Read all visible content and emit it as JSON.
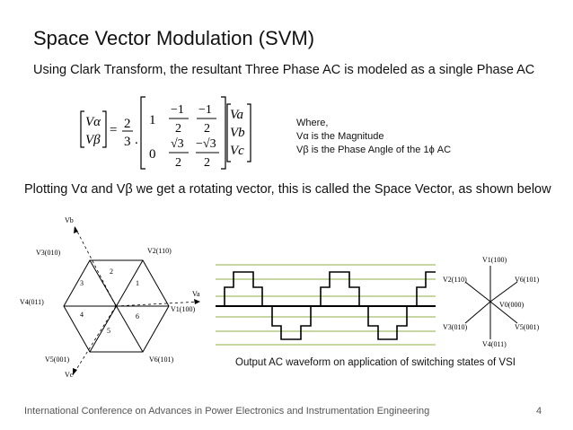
{
  "slide": {
    "title": "Space Vector Modulation (SVM)",
    "subtitle": "Using Clark Transform,  the resultant Three Phase AC is modeled as a single Phase AC",
    "equation": {
      "lhs": [
        "Vα",
        "Vβ"
      ],
      "equals": "=",
      "fraction_num": "2",
      "fraction_den": "3",
      "dot": ".",
      "matrix_row1": [
        "1",
        "−1",
        "2",
        "−1",
        "2"
      ],
      "matrix_row2": [
        "0",
        "√3",
        "2",
        "−√3",
        "2"
      ],
      "rhs": [
        "Va",
        "Vb",
        "Vc"
      ]
    },
    "where_lines": [
      "Where,",
      "Vα is the Magnitude",
      "Vβ is the Phase Angle of the 1ϕ AC"
    ],
    "plotting_text": "Plotting  Vα  and  Vβ  we get a rotating vector, this is called the Space Vector, as shown below",
    "hexagon": {
      "axis_labels": {
        "vb": "Vb",
        "va": "Va",
        "vc": "Vc"
      },
      "vertices": [
        "V3(010)",
        "V2(110)",
        "V1(100)",
        "V6(101)",
        "V5(001)",
        "V4(011)"
      ],
      "sectors": [
        "2",
        "1",
        "6",
        "5",
        "4",
        "3"
      ]
    },
    "star": {
      "labels": [
        "V1(100)",
        "V2(110)",
        "V6(101)",
        "V0(000)",
        "V3(010)",
        "V5(001)",
        "V4(011)"
      ]
    },
    "caption": "Output AC waveform on application of switching states of VSI",
    "footer": "International Conference  on Advances in Power Electronics and Instrumentation Engineering",
    "page_number": "4",
    "colors": {
      "green_lines": "#a5bf6a",
      "text": "#111111",
      "footer": "#555555"
    }
  }
}
